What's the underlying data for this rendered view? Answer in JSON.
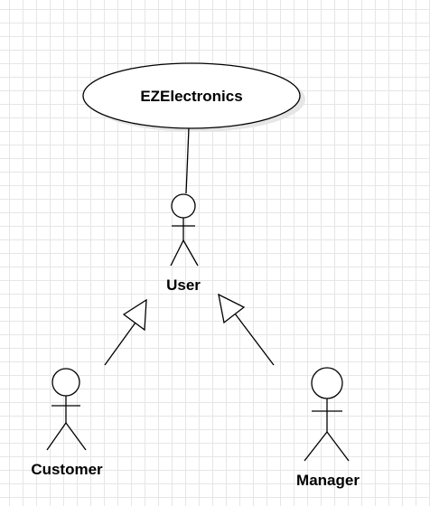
{
  "diagram": {
    "system": {
      "label": "EZElectronics"
    },
    "actors": {
      "user": {
        "label": "User"
      },
      "customer": {
        "label": "Customer"
      },
      "manager": {
        "label": "Manager"
      }
    }
  }
}
